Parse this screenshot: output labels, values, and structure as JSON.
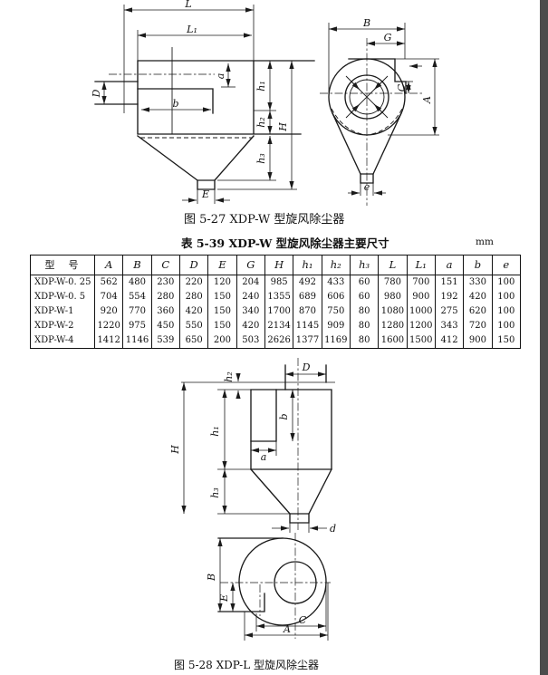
{
  "page": {
    "background": "#ffffff",
    "scan_edge_color": "#4c4c4c"
  },
  "figure_527": {
    "caption": "图 5-27  XDP-W 型旋风除尘器",
    "side_view_labels": {
      "L": "L",
      "L1": "L₁",
      "a": "a",
      "D": "D",
      "b": "b",
      "E": "E",
      "h1": "h₁",
      "h2": "h₂",
      "h3": "h₃",
      "H": "H"
    },
    "front_view_labels": {
      "B": "B",
      "G": "G",
      "C": "C",
      "A": "A",
      "e": "e"
    }
  },
  "table_539": {
    "title": "表 5-39  XDP-W 型旋风除尘器主要尺寸",
    "unit": "mm",
    "columns": [
      "型　号",
      "A",
      "B",
      "C",
      "D",
      "E",
      "G",
      "H",
      "h₁",
      "h₂",
      "h₃",
      "L",
      "L₁",
      "a",
      "b",
      "e"
    ],
    "rows": [
      [
        "XDP-W-0. 25",
        "562",
        "480",
        "230",
        "220",
        "120",
        "204",
        "985",
        "492",
        "433",
        "60",
        "780",
        "700",
        "151",
        "330",
        "100"
      ],
      [
        "XDP-W-0. 5",
        "704",
        "554",
        "280",
        "280",
        "150",
        "240",
        "1355",
        "689",
        "606",
        "60",
        "980",
        "900",
        "192",
        "420",
        "100"
      ],
      [
        "XDP-W-1",
        "920",
        "770",
        "360",
        "420",
        "150",
        "340",
        "1700",
        "870",
        "750",
        "80",
        "1080",
        "1000",
        "275",
        "620",
        "100"
      ],
      [
        "XDP-W-2",
        "1220",
        "975",
        "450",
        "550",
        "150",
        "420",
        "2134",
        "1145",
        "909",
        "80",
        "1280",
        "1200",
        "343",
        "720",
        "100"
      ],
      [
        "XDP-W-4",
        "1412",
        "1146",
        "539",
        "650",
        "200",
        "503",
        "2626",
        "1377",
        "1169",
        "80",
        "1600",
        "1500",
        "412",
        "900",
        "150"
      ]
    ]
  },
  "figure_528": {
    "caption": "图 5-28  XDP-L 型旋风除尘器",
    "side_view_labels": {
      "D": "D",
      "h2": "h₂",
      "h1": "h₁",
      "H": "H",
      "h3": "h₃",
      "b": "b",
      "a": "a",
      "d": "d"
    },
    "front_view_labels": {
      "B": "B",
      "E": "E",
      "C": "C",
      "A": "A"
    }
  }
}
